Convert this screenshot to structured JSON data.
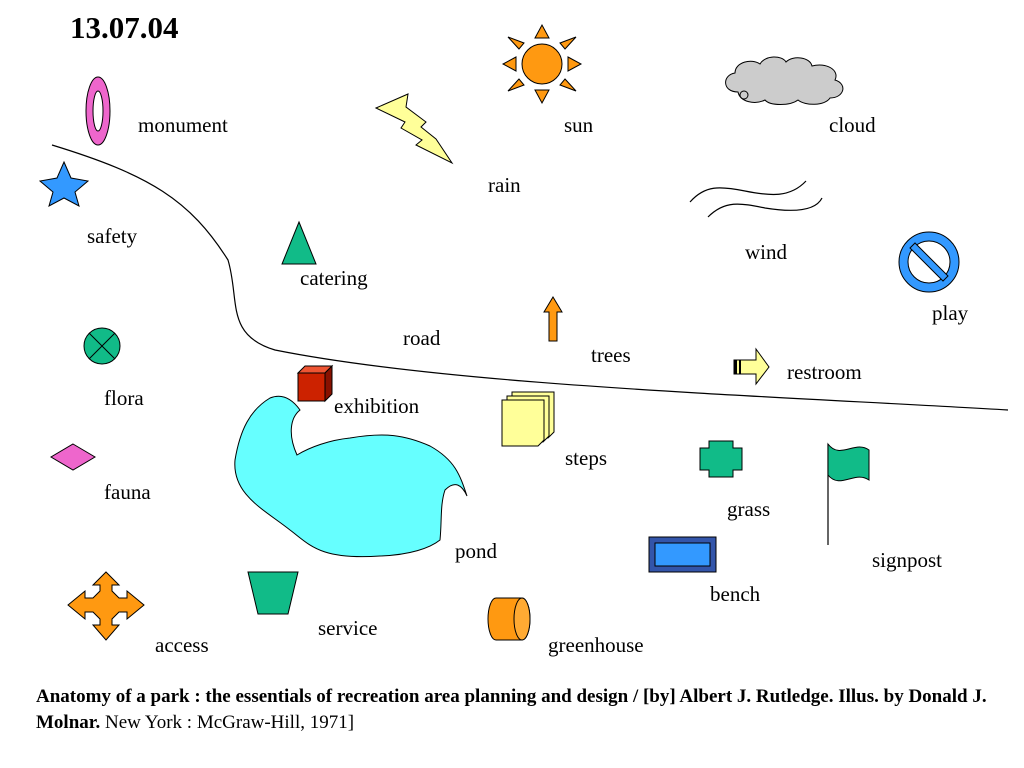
{
  "date": "13.07.04",
  "colors": {
    "pink": "#ee66cc",
    "blue": "#3399ff",
    "teal": "#11bb88",
    "orange": "#ff9911",
    "yellow": "#ffff99",
    "gray": "#cccccc",
    "cyan": "#66ffff",
    "red": "#cc2200",
    "darkblue": "#3355aa"
  },
  "labels": {
    "monument": "monument",
    "safety": "safety",
    "flora": "flora",
    "fauna": "fauna",
    "access": "access",
    "catering": "catering",
    "rain": "rain",
    "sun": "sun",
    "cloud": "cloud",
    "wind": "wind",
    "play": "play",
    "road": "road",
    "trees": "trees",
    "restroom": "restroom",
    "exhibition": "exhibition",
    "steps": "steps",
    "grass": "grass",
    "pond": "pond",
    "signpost": "signpost",
    "bench": "bench",
    "service": "service",
    "greenhouse": "greenhouse"
  },
  "caption": {
    "bold": "Anatomy of a park : the essentials of recreation area planning and design / [by] Albert J. Rutledge. Illus. by Donald J. Molnar.",
    "normal": " New York : McGraw-Hill, 1971]"
  }
}
